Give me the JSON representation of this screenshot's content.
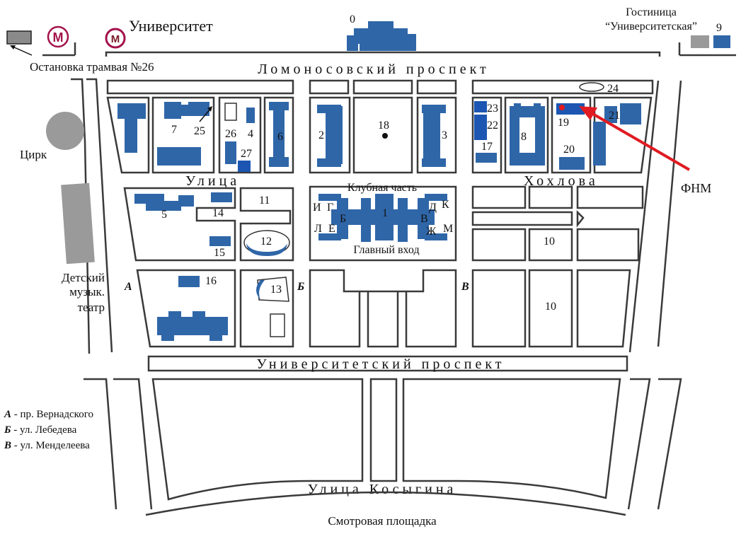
{
  "labels": {
    "universitet": "Университет",
    "tram_stop": "Остановка трамвая №26",
    "hotel_line1": "Гостиница",
    "hotel_line2": "“Университетская”",
    "lomonosov": "Ломоносовский проспект",
    "universitetsky": "Университетский проспект",
    "kosygina": "Улица Косыгина",
    "observation": "Смотровая площадка",
    "circus": "Цирк",
    "theatre_line1": "Детский",
    "theatre_line2": "музык.",
    "theatre_line3": "театр",
    "ulitsa": "Улица",
    "khokhlova": "Хохлова",
    "klub": "Клубная часть",
    "main_entrance": "Главный вход",
    "fnm": "ФНМ",
    "metro": "М"
  },
  "building_numbers": {
    "n0": "0",
    "n1": "1",
    "n2": "2",
    "n3": "3",
    "n4": "4",
    "n5": "5",
    "n6": "6",
    "n7": "7",
    "n8": "8",
    "n9": "9",
    "n10a": "10",
    "n10b": "10",
    "n11": "11",
    "n12": "12",
    "n13": "13",
    "n14": "14",
    "n15": "15",
    "n16": "16",
    "n17": "17",
    "n18": "18",
    "n19": "19",
    "n20": "20",
    "n21": "21",
    "n22": "22",
    "n23": "23",
    "n24": "24",
    "n25": "25",
    "n26": "26",
    "n27": "27"
  },
  "wing_letters": {
    "I": "И",
    "G": "Г",
    "L": "Л",
    "E": "Е",
    "B": "Б",
    "V": "В",
    "D": "Д",
    "K": "К",
    "Zh": "Ж",
    "M": "М"
  },
  "street_markers": {
    "A": "А",
    "B": "Б",
    "V": "В"
  },
  "legend": [
    {
      "key": "А",
      "text": " - пр. Вернадского"
    },
    {
      "key": "Б",
      "text": " - ул. Лебедева"
    },
    {
      "key": "В",
      "text": " - ул. Менделеева"
    }
  ],
  "colors": {
    "building": "#2f66a8",
    "highlight_building": "#1c56b2",
    "arrow": "#e01b22",
    "metro": "#a3124b"
  }
}
